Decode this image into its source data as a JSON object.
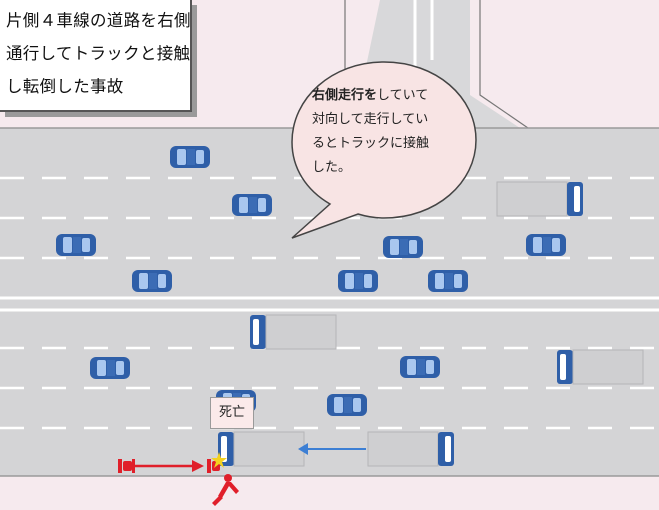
{
  "caption": {
    "lines": [
      "片側４車線の道路を右側",
      "通行してトラックと接触",
      "し転倒した事故"
    ]
  },
  "bubble": {
    "bold_text": "右側走行を",
    "lines": [
      "していて",
      "対向して走行してい",
      "るとトラックに接触",
      "した。"
    ]
  },
  "fatality_label": "死亡",
  "colors": {
    "road": "#d4d4d6",
    "sidewalk_pink": "#f6eaee",
    "car_blue": "#2f5fa8",
    "truck_body": "#cfcfd1",
    "bubble_fill": "#f8e4e4",
    "arrow_red": "#e01f2a",
    "arrow_blue": "#3d7fd4"
  }
}
